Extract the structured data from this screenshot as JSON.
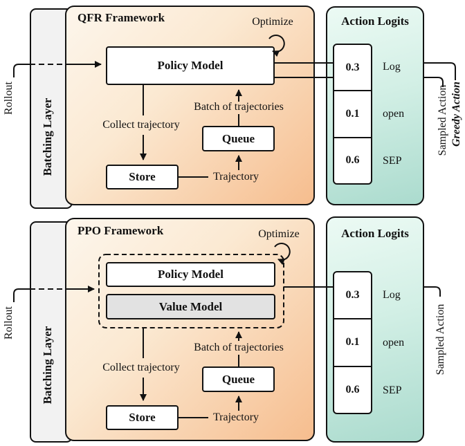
{
  "figure": {
    "colors": {
      "framework_panel_light": "#fdf6ec",
      "framework_panel_deep": "#f6bd8e",
      "logits_panel_light": "#ecfaf4",
      "logits_panel_deep": "#abdbce",
      "batching_layer_gray": "#f2f2f2",
      "value_model_gray": "#e2e2e2",
      "line_black": "#111111"
    },
    "qfr_section": {
      "rollout_label": "Rollout",
      "batching_layer_label": "Batching Layer",
      "framework": {
        "title": "QFR Framework",
        "policy_model": "Policy Model",
        "optimize": "Optimize",
        "collect_trajectory": "Collect trajectory",
        "batch_of_trajectories": "Batch of trajectories",
        "queue": "Queue",
        "store": "Store",
        "trajectory": "Trajectory"
      },
      "action_logits": {
        "title": "Action Logits",
        "rows": [
          {
            "value": "0.3",
            "label": "Log"
          },
          {
            "value": "0.1",
            "label": "open"
          },
          {
            "value": "0.6",
            "label": "SEP"
          }
        ]
      },
      "outputs": {
        "sampled": "Sampled Action",
        "greedy": "Greedy Action"
      }
    },
    "ppo_section": {
      "rollout_label": "Rollout",
      "batching_layer_label": "Batching Layer",
      "framework": {
        "title": "PPO Framework",
        "policy_model": "Policy Model",
        "value_model": "Value Model",
        "optimize": "Optimize",
        "collect_trajectory": "Collect trajectory",
        "batch_of_trajectories": "Batch of trajectories",
        "queue": "Queue",
        "store": "Store",
        "trajectory": "Trajectory"
      },
      "action_logits": {
        "title": "Action Logits",
        "rows": [
          {
            "value": "0.3",
            "label": "Log"
          },
          {
            "value": "0.1",
            "label": "open"
          },
          {
            "value": "0.6",
            "label": "SEP"
          }
        ]
      },
      "outputs": {
        "sampled": "Sampled Action"
      }
    }
  }
}
